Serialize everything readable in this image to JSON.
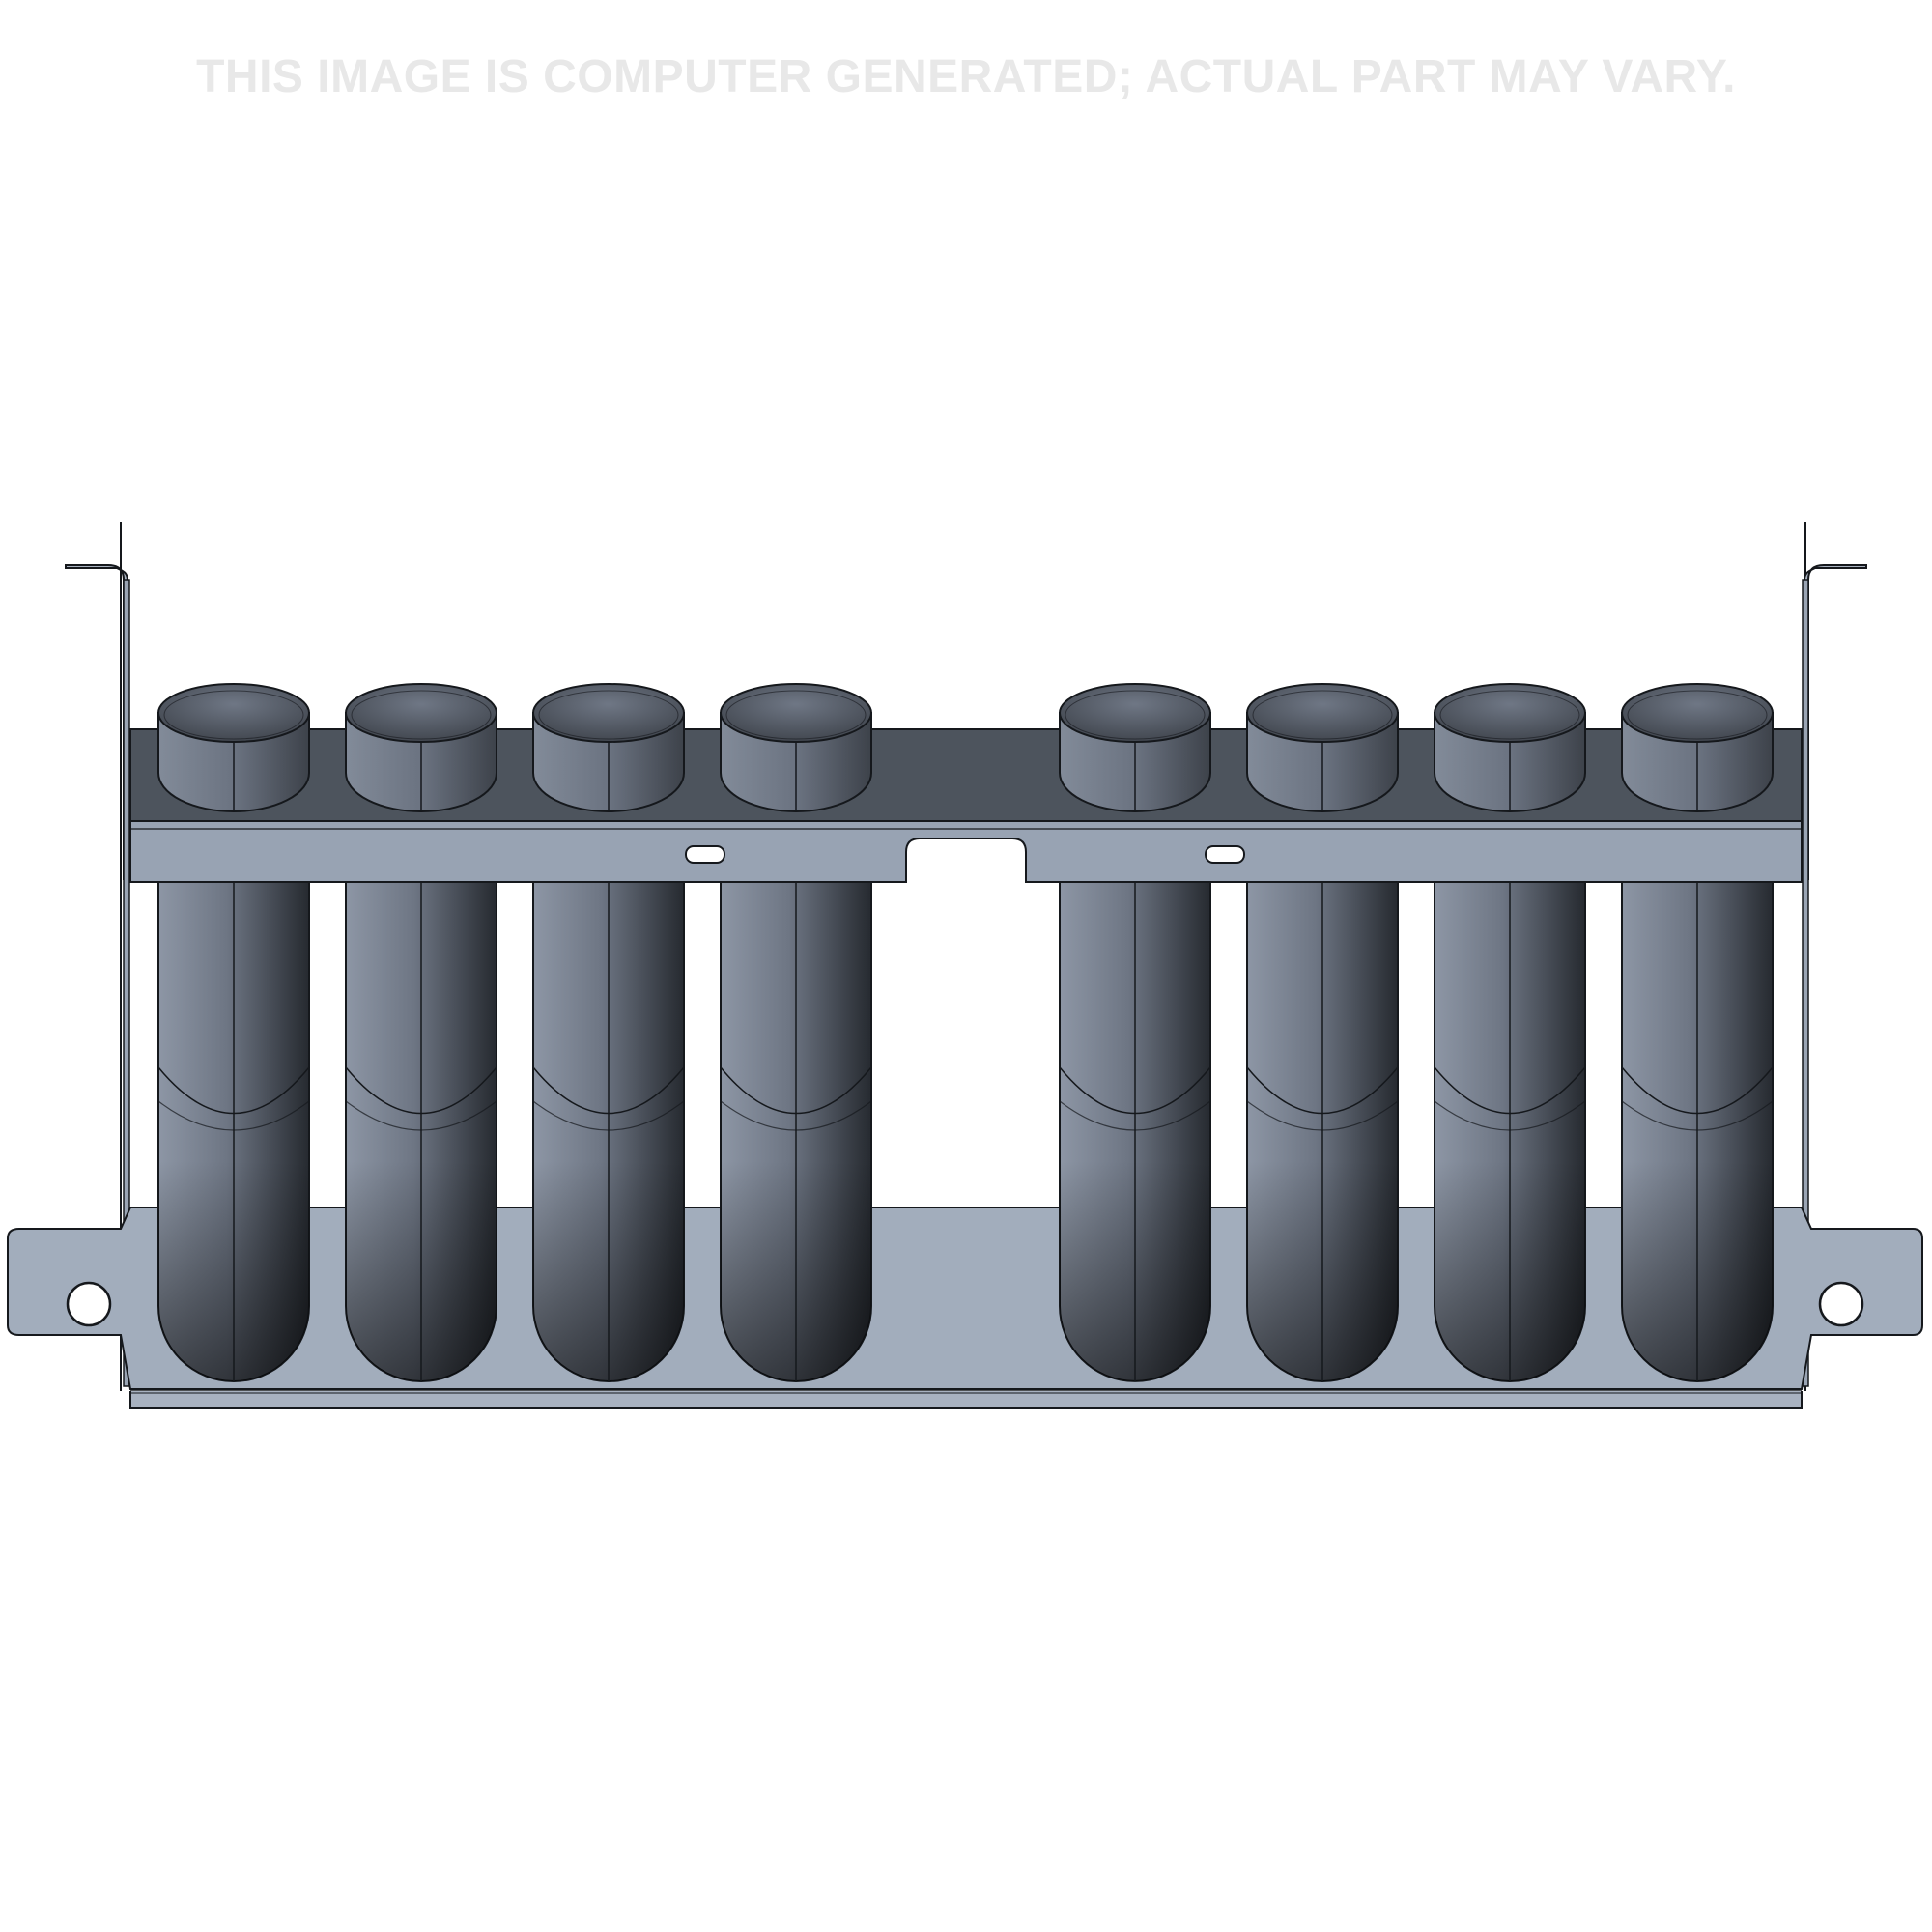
{
  "disclaimer": "THIS IMAGE IS COMPUTER GENERATED; ACTUAL PART MAY VARY.",
  "part": {
    "tube_count_left": 4,
    "tube_count_right": 4,
    "mounting_holes": 2,
    "top_slots": 2
  },
  "colors": {
    "disclaimer_text": "#e8e8e8",
    "top_plate": "#4d545d",
    "front_lip": "#98a3b3",
    "back_plate": "#a0abba",
    "tube_light": "#8891a0",
    "tube_dark": "#22262c",
    "outline": "#15181c"
  }
}
